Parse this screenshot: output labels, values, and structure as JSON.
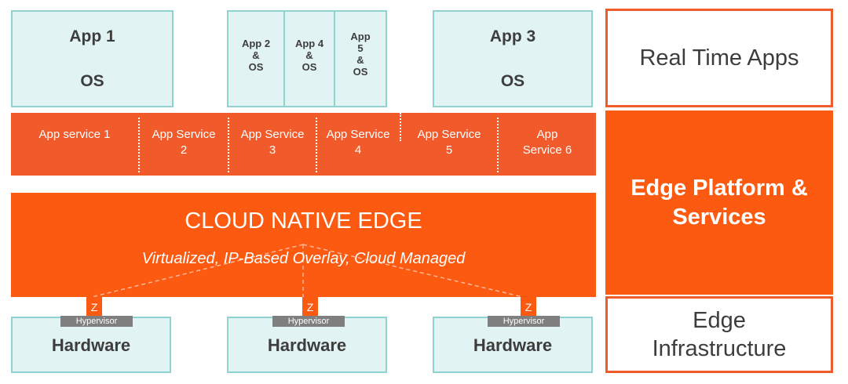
{
  "apps": {
    "app1": {
      "name": "App 1",
      "os": "OS"
    },
    "app3": {
      "name": "App 3",
      "os": "OS"
    },
    "group": [
      {
        "lines": [
          "App 2",
          "&",
          "OS"
        ]
      },
      {
        "lines": [
          "App 4",
          "&",
          "OS"
        ]
      },
      {
        "lines": [
          "App",
          "5",
          "&",
          "OS"
        ]
      }
    ]
  },
  "services": [
    {
      "line1": "App service 1",
      "line2": ""
    },
    {
      "line1": "App Service",
      "line2": "2"
    },
    {
      "line1": "App Service",
      "line2": "3"
    },
    {
      "line1": "App Service",
      "line2": "4"
    },
    {
      "line1": "App Service",
      "line2": "5"
    },
    {
      "line1": "App",
      "line2": "Service 6"
    }
  ],
  "cloud_native_edge": {
    "title": "CLOUD NATIVE EDGE",
    "subtitle": "Virtualized, IP-Based Overlay, Cloud Managed"
  },
  "nodes": [
    {
      "z": "Z",
      "hypervisor": "Hypervisor",
      "hardware": "Hardware"
    },
    {
      "z": "Z",
      "hypervisor": "Hypervisor",
      "hardware": "Hardware"
    },
    {
      "z": "Z",
      "hypervisor": "Hypervisor",
      "hardware": "Hardware"
    }
  ],
  "layers": {
    "real_time_apps": "Real Time Apps",
    "edge_platform_line1": "Edge Platform &",
    "edge_platform_line2": "Services",
    "edge_infra_line1": "Edge",
    "edge_infra_line2": "Infrastructure"
  },
  "colors": {
    "accent": "#fc5a10",
    "service_band": "#f15a2b",
    "app_fill": "#e2f3f3",
    "app_border": "#8fd2cf",
    "hypervisor": "#7f7f7f",
    "text": "#3d3d3d"
  }
}
